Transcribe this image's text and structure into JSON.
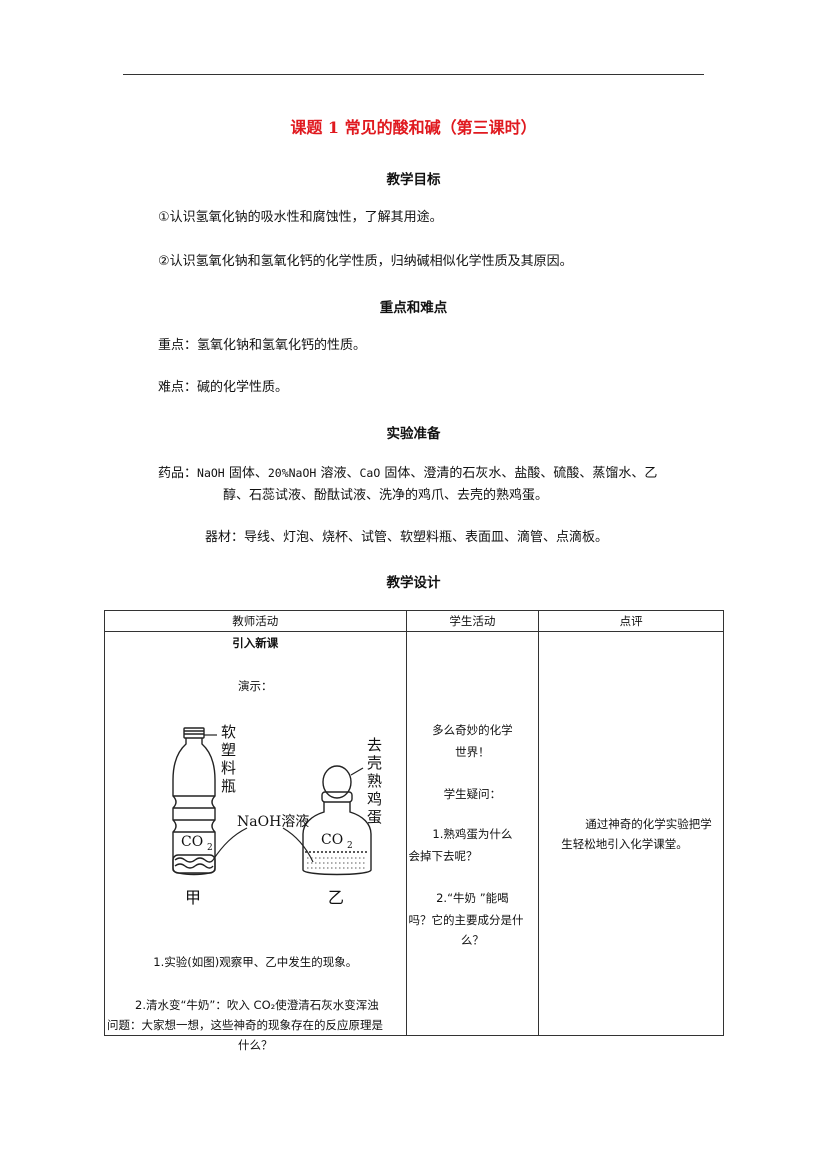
{
  "title": "课题 1 常见的酸和碱（第三课时）",
  "sections": {
    "goals": {
      "heading": "教学目标",
      "items": [
        "①认识氢氧化钠的吸水性和腐蚀性，了解其用途。",
        "②认识氢氧化钠和氢氧化钙的化学性质，归纳碱相似化学性质及其原因。"
      ]
    },
    "key_points": {
      "heading": "重点和难点",
      "key": "重点：氢氧化钠和氢氧化钙的性质。",
      "difficulty": "难点：碱的化学性质。"
    },
    "prep": {
      "heading": "实验准备",
      "drugs_label": "药品：",
      "drugs_parts": [
        "NaOH",
        " 固体、",
        "20%NaOH",
        " 溶液、",
        "CaO",
        " 固体、澄清的石灰水、盐酸、硫酸、蒸馏水、乙"
      ],
      "drugs_line2": "醇、石蕊试液、酚酞试液、洗净的鸡爪、去壳的熟鸡蛋。",
      "equipment": "器材：导线、灯泡、烧杯、试管、软塑料瓶、表面皿、滴管、点滴板。"
    },
    "design": {
      "heading": "教学设计"
    }
  },
  "table": {
    "headers": [
      "教师活动",
      "学生活动",
      "点评"
    ],
    "teacher": {
      "section_title": "引入新课",
      "demo": "演示：",
      "figure": {
        "bottle_label": [
          "软",
          "塑",
          "料",
          "瓶"
        ],
        "egg_label": [
          "去",
          "壳",
          "熟",
          "鸡",
          "蛋"
        ],
        "solution_label": "NaOH溶液",
        "gas_label": "CO",
        "gas_sub": "2",
        "left_name": "甲",
        "right_name": "乙"
      },
      "step1": "1.实验(如图)观察甲、乙中发生的现象。",
      "step2_line1": "2.清水变“牛奶”：吹入 CO₂使澄清石灰水变浑浊",
      "step2_line2": "问题：大家想一想，这些神奇的现象存在的反应原理是",
      "step2_line3": "什么？"
    },
    "student": {
      "line1": "多么奇妙的化学",
      "line2": "世界！",
      "question_title": "学生疑问：",
      "q1_line1": "1.熟鸡蛋为什么",
      "q1_line2": "会掉下去呢？",
      "q2_line1": "2.“牛奶 ”能喝",
      "q2_line2": "吗？它的主要成分是什",
      "q2_line3": "么？"
    },
    "comment": {
      "line1": "通过神奇的化学实验把学",
      "line2": "生轻松地引入化学课堂。"
    }
  }
}
